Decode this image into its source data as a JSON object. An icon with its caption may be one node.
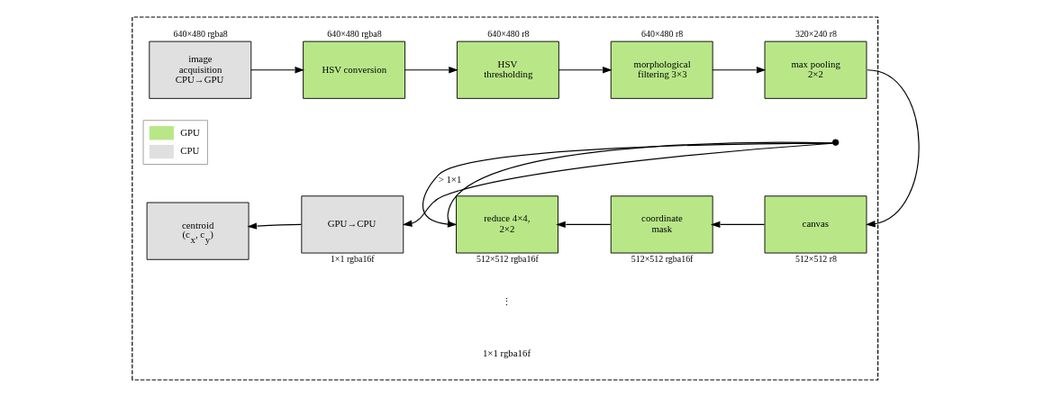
{
  "diagram": {
    "nodes": [
      {
        "text": [],
        "shape": "box"
      },
      {
        "text": [
          "image acquisition CPU→GPU"
        ],
        "beside": [
          "640×480 rgba8"
        ],
        "in": 0
      },
      {
        "text": [
          "HSV conversion"
        ],
        "beside": [
          "640×480 rgba8"
        ],
        "in": 0
      },
      {
        "text": [
          "HSV thresholding"
        ],
        "beside": [
          "640×480 r8"
        ],
        "in": 0
      },
      {
        "text": [
          "morphological filtering 3×3"
        ],
        "beside": [
          "640×480 r8"
        ],
        "in": 0
      },
      {
        "text": [
          "max pooling 2×2"
        ],
        "beside": [
          "320×240 r8"
        ],
        "in": 0
      },
      {
        "text": [
          "canvas"
        ],
        "beside": [
          "512×512 r8"
        ],
        "in": 0
      },
      {
        "text": [
          "coordinate mask"
        ],
        "beside": [
          "512×512 rgba16f"
        ],
        "in": 0
      },
      {
        "text": [
          "reduce 4×4, 2×2"
        ],
        "beside": [
          "512×512 rgba16f"
        ],
        "in": 0
      },
      {
        "text": [
          "GPU→CPU"
        ],
        "beside": [
          "1×1 rgba16f"
        ],
        "in": 0
      },
      {
        "text": [
          "centroid",
          "(c$_{x}$, c$_{y}$)"
        ],
        "in": 0
      },
      {
        "text": [],
        "shape": "circle",
        "in": 0
      }
    ],
    "edges": [
      {
        "from": 1,
        "to": 2,
        "arrow": "to"
      },
      {
        "from": 2,
        "to": 3,
        "arrow": "to"
      },
      {
        "from": 3,
        "to": 4,
        "arrow": "to"
      },
      {
        "from": 4,
        "to": 5,
        "arrow": "to"
      },
      {
        "from": 5,
        "to": 6,
        "arrow": "to"
      },
      {
        "from": 6,
        "to": 7,
        "arrow": "to"
      },
      {
        "from": 7,
        "to": 8,
        "arrow": "to"
      },
      {
        "from": 8,
        "to": 11,
        "arrow": "none"
      },
      {
        "from": 11,
        "to": 9,
        "arrow": "to"
      },
      {
        "from": 11,
        "to": 8,
        "arrow": "to",
        "label": "> 1×1"
      },
      {
        "from": 9,
        "to": 10,
        "arrow": "to"
      }
    ],
    "labels": [
      "⋮",
      "1×1 rgba16f"
    ],
    "legend": [
      {
        "text": "GPU",
        "color": "#b9e788"
      },
      {
        "text": "CPU",
        "color": "#e0e0e0"
      }
    ]
  }
}
